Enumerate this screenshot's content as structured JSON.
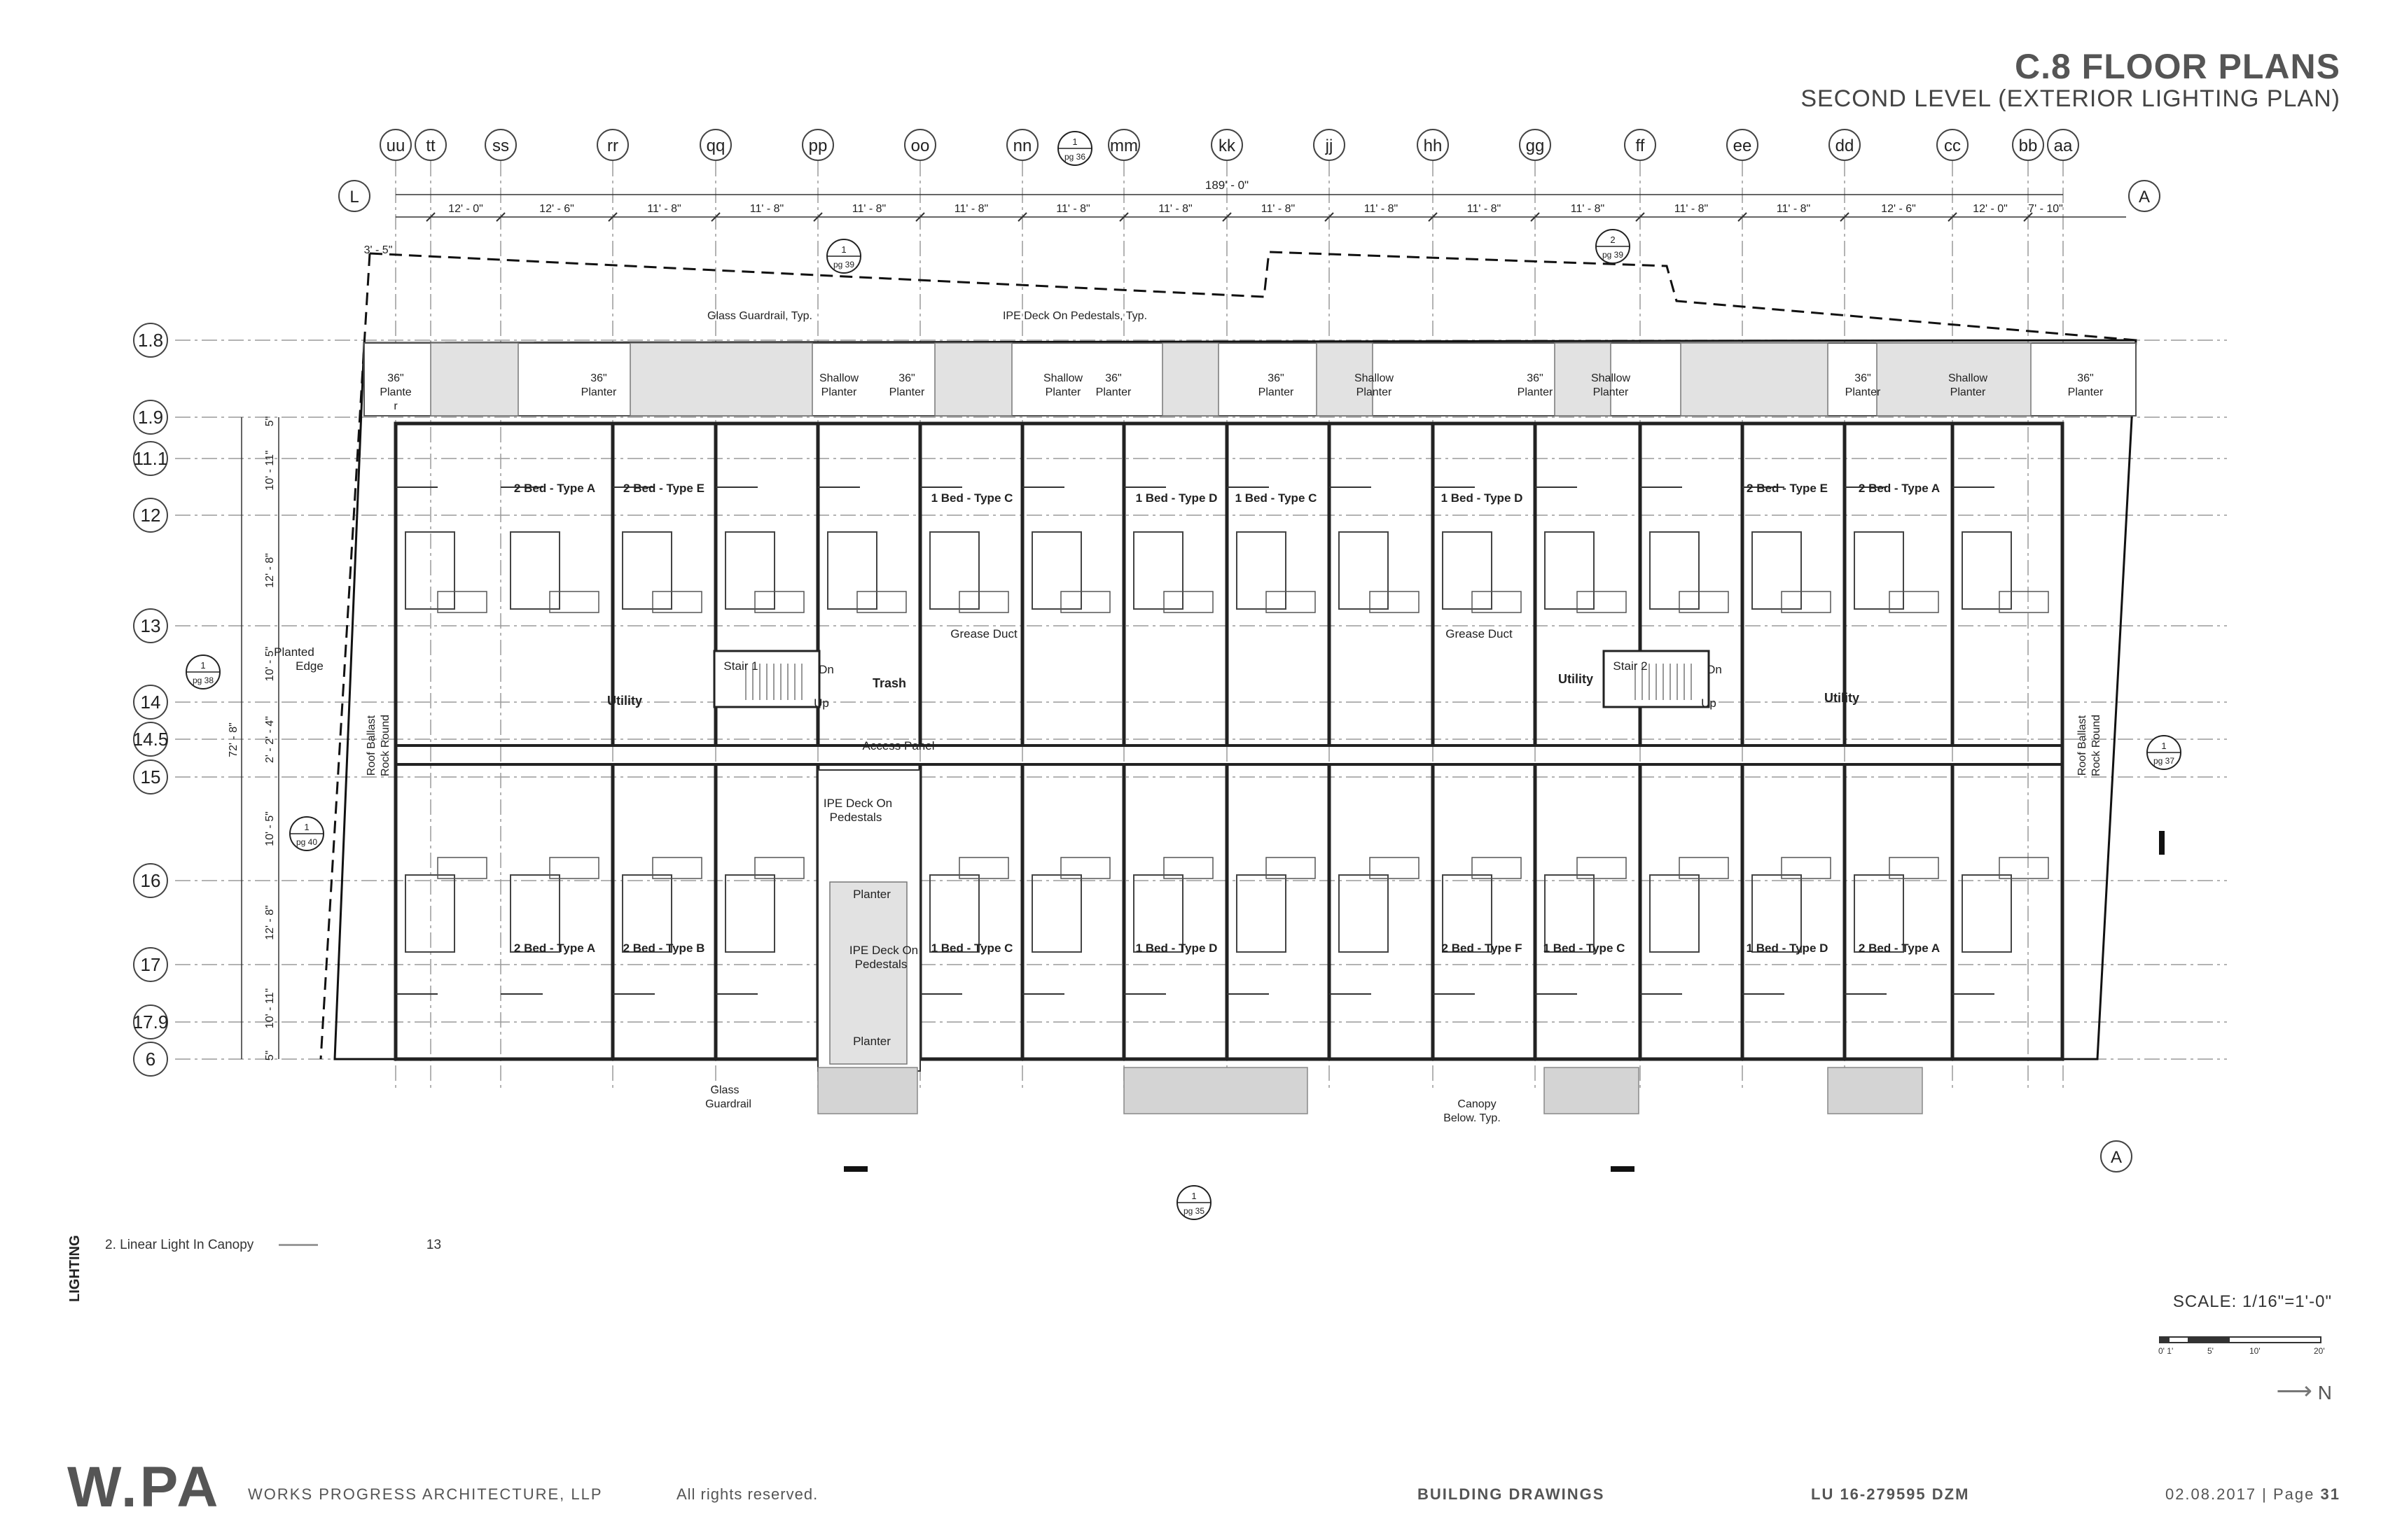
{
  "header": {
    "title": "C.8 FLOOR PLANS",
    "subtitle": "SECOND LEVEL (EXTERIOR LIGHTING PLAN)"
  },
  "grid_cols": [
    "uu",
    "tt",
    "ss",
    "rr",
    "qq",
    "pp",
    "oo",
    "nn",
    "mm",
    "kk",
    "jj",
    "hh",
    "gg",
    "ff",
    "ee",
    "dd",
    "cc",
    "bb",
    "aa"
  ],
  "grid_rows": [
    "1.8",
    "1.9",
    "11.1",
    "12",
    "13",
    "14",
    "14.5",
    "15",
    "16",
    "17",
    "17.9",
    "6"
  ],
  "col_dims": [
    "12' - 0\"",
    "12' - 6\"",
    "11' - 8\"",
    "11' - 8\"",
    "11' - 8\"",
    "11' - 8\"",
    "11' - 8\"",
    "11' - 8\"",
    "11' - 8\"",
    "11' - 8\"",
    "11' - 8\"",
    "11' - 8\"",
    "11' - 8\"",
    "11' - 8\"",
    "12' - 6\"",
    "12' - 0\"",
    "7' - 10\""
  ],
  "overall_dim": "189' - 0\"",
  "offset_dim": "3' - 5\"",
  "row_dims": [
    "5\"",
    "10' - 11\"",
    "12' - 8\"",
    "10' - 5\"",
    "2' - 2' - 4\"",
    "10' - 5\"",
    "12' - 8\"",
    "10' - 11\"",
    "5\""
  ],
  "total_row_dim": "72' - 8\"",
  "line_markers": [
    "L",
    "A",
    "A"
  ],
  "upper_units": [
    "2 Bed - Type A",
    "2 Bed - Type E",
    "1 Bed - Type C",
    "1 Bed - Type D",
    "1 Bed - Type C",
    "1 Bed - Type D",
    "2 Bed - Type E",
    "2 Bed - Type A"
  ],
  "lower_units": [
    "2 Bed - Type A",
    "2 Bed - Type B",
    "1 Bed - Type C",
    "1 Bed - Type D",
    "2 Bed - Type F",
    "1 Bed - Type C",
    "1 Bed - Type D",
    "2 Bed - Type A"
  ],
  "planter_labels": [
    [
      "36\"",
      "Plante",
      "r"
    ],
    [
      "36\"",
      "Planter"
    ],
    [
      "Shallow",
      "Planter"
    ],
    [
      "36\"",
      "Planter"
    ],
    [
      "Shallow",
      "Planter"
    ],
    [
      "36\"",
      "Planter"
    ],
    [
      "36\"",
      "Planter"
    ],
    [
      "Shallow",
      "Planter"
    ],
    [
      "36\"",
      "Planter"
    ],
    [
      "Shallow",
      "Planter"
    ],
    [
      "36\"",
      "Planter"
    ],
    [
      "Shallow",
      "Planter"
    ],
    [
      "36\"",
      "Planter"
    ]
  ],
  "notes": {
    "glass_guardrail": "Glass Guardrail, Typ.",
    "ipe_deck": "IPE Deck On Pedestals, Typ.",
    "grease_duct": "Grease Duct",
    "access_panel": "Access Panel",
    "ipe_deck_on": "IPE Deck On",
    "pedestals": "Pedestals",
    "planter": "Planter",
    "glass": "Glass",
    "guardrail": "Guardrail",
    "canopy": "Canopy",
    "below_typ": "Below. Typ.",
    "planted": "Planted",
    "edge": "Edge",
    "roof_ballast": "Roof Ballast",
    "rock_round": "Rock Round",
    "stair1": "Stair 1",
    "stair2": "Stair 2",
    "dn": "Dn",
    "up": "Up",
    "trash": "Trash",
    "utility": "Utility"
  },
  "section_markers": [
    {
      "num": "1",
      "ref": "pg 39"
    },
    {
      "num": "2",
      "ref": "pg 39"
    },
    {
      "num": "1",
      "ref": "pg 36"
    },
    {
      "num": "1",
      "ref": "pg 38"
    },
    {
      "num": "1",
      "ref": "pg 40"
    },
    {
      "num": "1",
      "ref": "pg 37"
    },
    {
      "num": "1",
      "ref": "pg 35"
    }
  ],
  "legend": {
    "title": "LIGHTING",
    "item": "2.  Linear Light In Canopy",
    "count": "13"
  },
  "scale_text": "SCALE: 1/16\"=1'-0\"",
  "scale_ticks": [
    "0' 1'",
    "5'",
    "10'",
    "20'"
  ],
  "north": "N",
  "footer": {
    "logo": "W.PA",
    "firm": "WORKS PROGRESS ARCHITECTURE, LLP",
    "rights": "All rights reserved.",
    "drawings": "BUILDING DRAWINGS",
    "case": "LU 16-279595 DZM",
    "date_page": "02.08.2017  |  Page",
    "page": "31"
  }
}
